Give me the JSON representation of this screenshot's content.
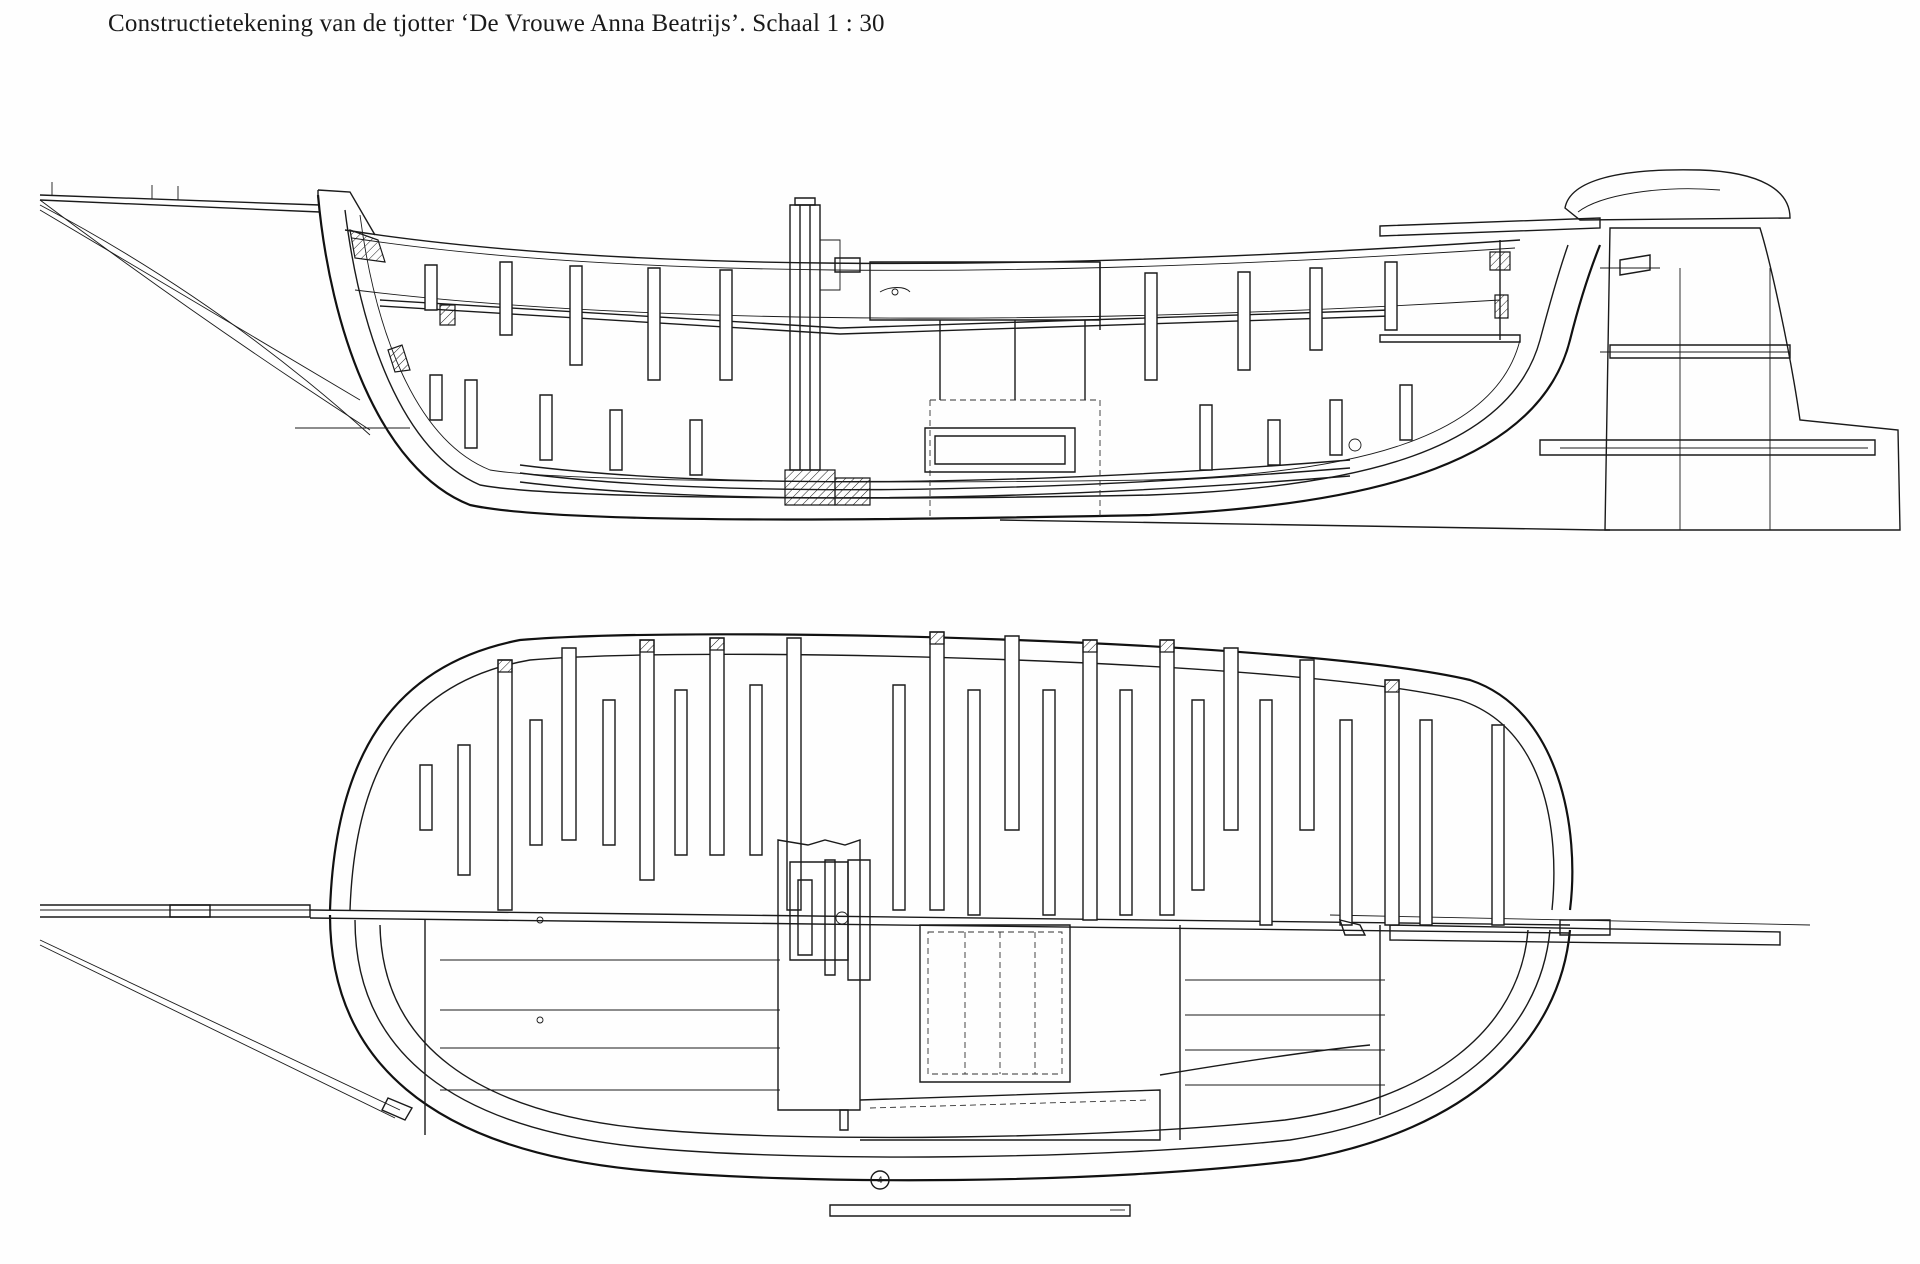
{
  "caption": {
    "text": "Constructietekening van de tjotter ‘De Vrouwe Anna Beatrijs’. Schaal 1 : 30"
  },
  "views": [
    {
      "name": "side-elevation"
    },
    {
      "name": "plan-view"
    }
  ],
  "marks": {
    "plan_circle_label": "4"
  }
}
